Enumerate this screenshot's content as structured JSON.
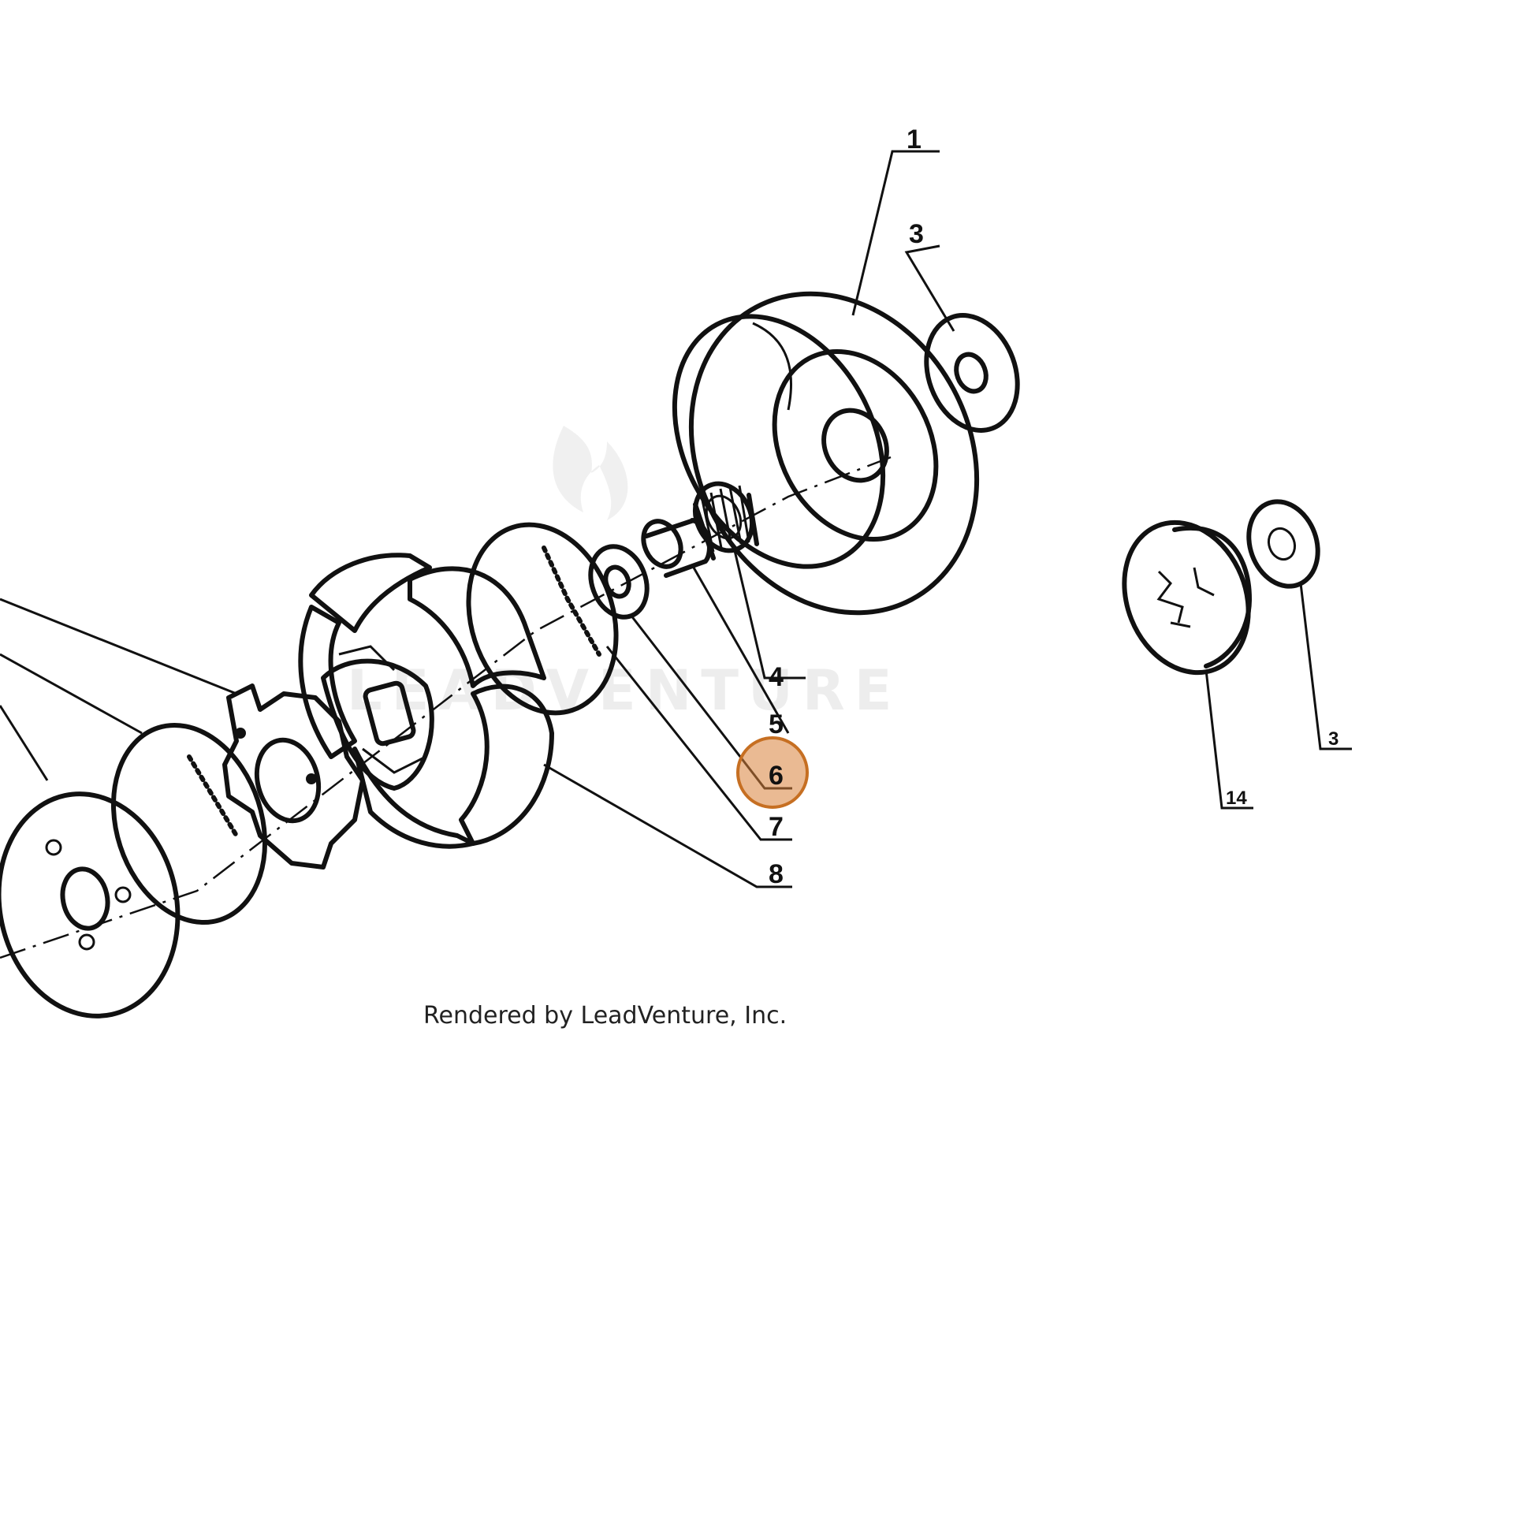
{
  "diagram": {
    "callouts": {
      "c1": "1",
      "c3_top": "3",
      "c4": "4",
      "c5": "5",
      "c6": "6",
      "c7": "7",
      "c8": "8",
      "c3_right": "3",
      "c14": "14"
    },
    "highlighted_callout": "6",
    "highlight_color": "#d9823a",
    "credit": "Rendered by LeadVenture, Inc.",
    "watermark": "LEADVENTURE"
  }
}
